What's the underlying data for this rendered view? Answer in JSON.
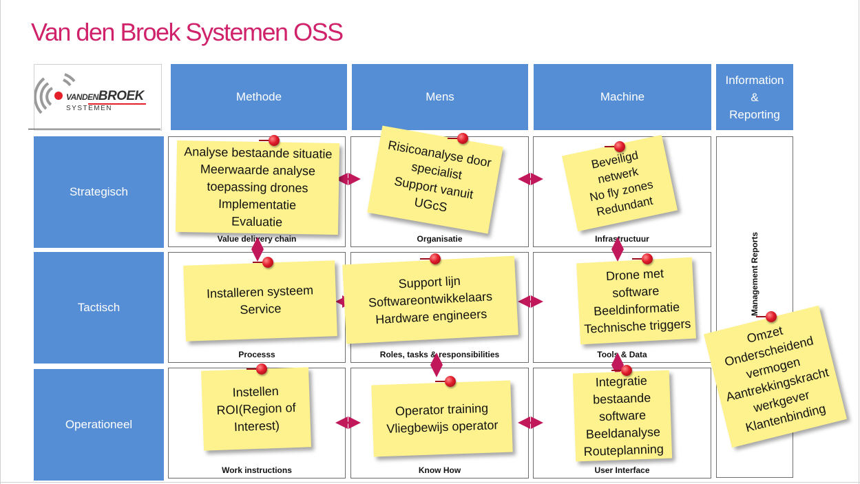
{
  "title": "Van den Broek Systemen OSS",
  "logo": {
    "brand_prefix": "VANDEN",
    "brand_main": "BROEK",
    "brand_sub": "SYSTEMEN",
    "accent": "#e3202a"
  },
  "colors": {
    "header_fill": "#558ed5",
    "title": "#d0226a",
    "note_fill": "#fdf28d",
    "arrow": "#c0185a"
  },
  "columns": [
    {
      "label": "Methode"
    },
    {
      "label": "Mens"
    },
    {
      "label": "Machine"
    },
    {
      "label": "Information & Reporting",
      "lines": [
        "Information",
        "&",
        "Reporting"
      ]
    }
  ],
  "rows": [
    {
      "label": "Strategisch"
    },
    {
      "label": "Tactisch"
    },
    {
      "label": "Operationeel"
    }
  ],
  "cells": [
    [
      "Value delivery chain",
      "Organisatie",
      "Infrastructuur"
    ],
    [
      "Processs",
      "Roles, tasks & responsibilities",
      "Tools & Data"
    ],
    [
      "Work instructions",
      "Know How",
      "User Interface"
    ]
  ],
  "reporting_cell_label": "Management Reports",
  "notes": {
    "strategisch_methode": [
      "Analyse bestaande situatie",
      "Meerwaarde analyse",
      "toepassing drones",
      "Implementatie",
      "Evaluatie"
    ],
    "strategisch_mens": [
      "Risicoanalyse door",
      "specialist",
      "Support vanuit",
      "UGcS"
    ],
    "strategisch_machine": [
      "Beveiligd",
      "netwerk",
      "No fly zones",
      "Redundant"
    ],
    "tactisch_methode": [
      "Installeren systeem",
      "Service"
    ],
    "tactisch_mens": [
      "Support lijn",
      "Softwareontwikkelaars",
      "Hardware engineers"
    ],
    "tactisch_machine": [
      "Drone met",
      "software",
      "Beeldinformatie",
      "Technische triggers"
    ],
    "operationeel_methode": [
      "Instellen",
      "ROI(Region of",
      "Interest)"
    ],
    "operationeel_mens": [
      "Operator training",
      "Vliegbewijs operator"
    ],
    "operationeel_machine": [
      "Integratie",
      "bestaande",
      "software",
      "Beeldanalyse",
      "Routeplanning"
    ],
    "reporting": [
      "Omzet",
      "Onderscheidend",
      "vermogen",
      "Aantrekkingskracht",
      "werkgever",
      "Klantenbinding"
    ]
  }
}
